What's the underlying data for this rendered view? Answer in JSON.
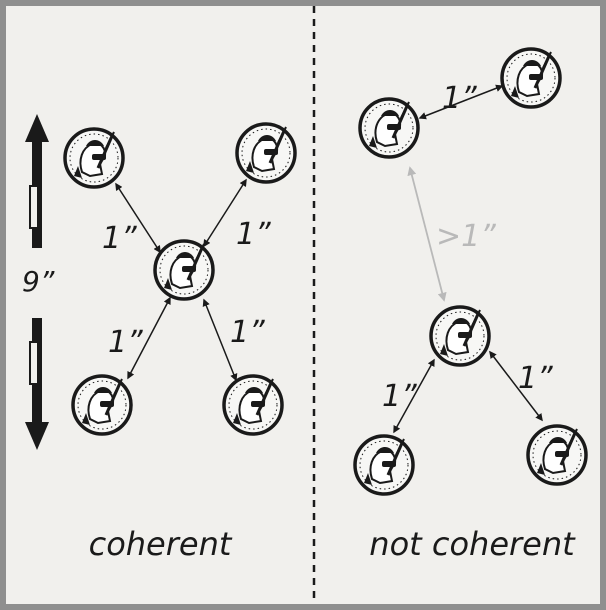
{
  "panels": [
    {
      "caption": "coherent",
      "measurements": [
        "1”",
        "1”",
        "1”",
        "1”"
      ],
      "height_label": "9”"
    },
    {
      "caption": "not coherent",
      "measurements": [
        "1”",
        ">1”",
        "1”",
        "1”"
      ]
    }
  ],
  "colors": {
    "paper": "#f1f0ed",
    "frame": "#8f8f8f",
    "ink": "#1a1a1a",
    "faded": "#b9b9b9"
  },
  "icons": [
    "soldier-model-icon",
    "double-arrow-icon",
    "divider-dashed-line"
  ]
}
